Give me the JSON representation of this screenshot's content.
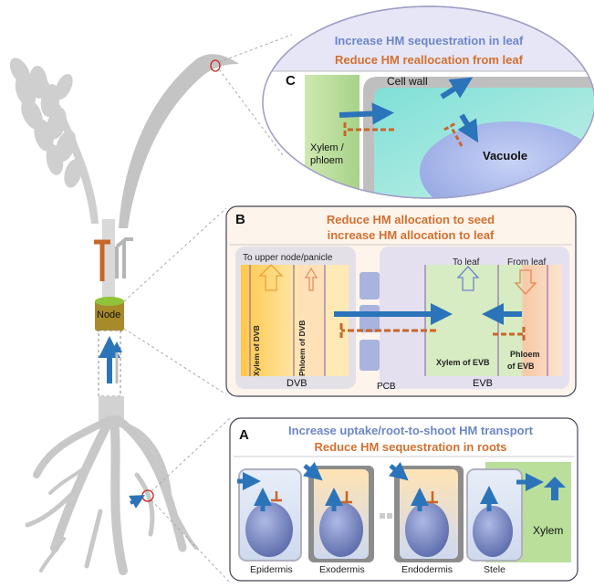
{
  "panel_c": {
    "letter": "C",
    "title_line1": "Increase HM sequestration in leaf",
    "title_line2": "Reduce HM reallocation from leaf",
    "cell_wall": "Cell wall",
    "xylem_phloem_line1": "Xylem /",
    "xylem_phloem_line2": "phloem",
    "vacuole": "Vacuole"
  },
  "panel_b": {
    "letter": "B",
    "title_line1": "Reduce HM allocation to seed",
    "title_line2": "increase HM allocation to leaf",
    "to_upper": "To upper node/panicle",
    "to_leaf": "To leaf",
    "from_leaf": "From leaf",
    "xylem_dvb": "Xylem of DVB",
    "phloem_dvb": "Phloem of DVB",
    "xylem_evb": "Xylem of EVB",
    "phloem_evb_line1": "Phloem",
    "phloem_evb_line2": "of EVB",
    "dvb": "DVB",
    "pcb": "PCB",
    "evb": "EVB"
  },
  "panel_a": {
    "letter": "A",
    "title_line1": "Increase uptake/root-to-shoot HM transport",
    "title_line2": "Reduce HM sequestration in roots",
    "epidermis": "Epidermis",
    "exodermis": "Exodermis",
    "endodermis": "Endodermis",
    "stele": "Stele",
    "xylem": "Xylem"
  },
  "plant": {
    "node_label": "Node"
  },
  "colors": {
    "blue_title": "#6c86c8",
    "orange_title": "#d2702f",
    "arrow_blue": "#2b74b9",
    "inhibit_orange": "#c8652a",
    "plant_gray": "#c8c8c8"
  }
}
